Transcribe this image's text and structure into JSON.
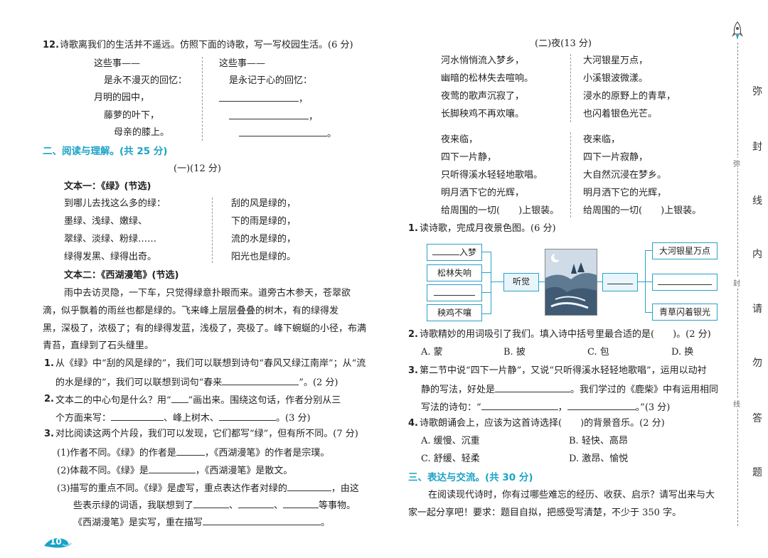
{
  "left": {
    "q12": {
      "num": "12.",
      "text": "诗歌离我们的生活并不遥远。仿照下面的诗歌，写一写校园生活。(6 分)",
      "poem_left": [
        "这些事——",
        "是永不漫灭的回忆：",
        "月明的园中，",
        "藤萝的叶下，",
        "母亲的膝上。"
      ],
      "poem_right": [
        "这些事——",
        "是永记于心的回忆：",
        "，",
        "，",
        "。"
      ]
    },
    "section2": "二、阅读与理解。(共 25 分)",
    "part1": "(一)(12 分)",
    "text1_title": "文本一：《绿》(节选)",
    "text1_left": [
      "到哪儿去找这么多的绿：",
      "墨绿、浅绿、嫩绿、",
      "翠绿、淡绿、粉绿……",
      "绿得发黑、绿得出奇。"
    ],
    "text1_right": [
      "刮的风是绿的，",
      "下的雨是绿的，",
      "流的水是绿的，",
      "阳光也是绿的。"
    ],
    "text2_title": "文本二：《西湖漫笔》(节选)",
    "text2_lines": [
      "雨中去访灵隐，一下车，只觉得绿意扑眼而来。道旁古木参天，苍翠欲",
      "滴，似乎飘着的雨丝也都是绿的。飞来峰上层层叠叠的树木，有的绿得发",
      "黑，深极了，浓极了；有的绿得发蓝，浅极了，亮极了。峰下蜿蜒的小径，布满",
      "青苔，直绿到了石头缝里。"
    ],
    "q1_num": "1.",
    "q1_line1": "从《绿》中“刮的风是绿的”，我们可以联想到诗句“春风又绿江南岸”；从“流",
    "q1_line2a": "的水是绿的”，我们可以联想到词句“春来",
    "q1_line2b": "”。(2 分)",
    "q2_num": "2.",
    "q2_line1a": "文本二的中心句是什么？用“",
    "q2_line1b": "”画出来。围绕这句话，作者分别从三",
    "q2_line2a": "个方面来写：",
    "q2_line2b": "、峰上树木、",
    "q2_line2c": "。(3 分)",
    "q3_num": "3.",
    "q3_line1": "对比阅读这两个片段，我们可以发现，它们都写“绿”，但有所不同。(7 分)",
    "q3_a1": "(1)作者不同。《绿》的作者是",
    "q3_a2": "，《西湖漫笔》的作者是宗璞。",
    "q3_b1": "(2)体裁不同。《绿》是",
    "q3_b2": "，《西湖漫笔》是散文。",
    "q3_c1": "(3)描写的重点不同。《绿》是虚写，重点表达作者对绿的",
    "q3_c2": "，由这",
    "q3_d1": "些表示绿的词语，我联想到了",
    "q3_d2": "、",
    "q3_d3": "、",
    "q3_d4": "等事物。",
    "q3_e1": "《西湖漫笔》是实写，重在描写",
    "q3_e2": "。",
    "page_num": "10"
  },
  "right": {
    "part2": "(二)夜(13 分)",
    "poem_left": [
      "河水悄悄流入梦乡，",
      "幽暗的松林失去喧响。",
      "夜莺的歌声沉寂了，",
      "长脚秧鸡不再欢嚷。",
      "",
      "夜来临，",
      "四下一片静，",
      "只听得溪水轻轻地歌唱。",
      "明月洒下它的光辉，",
      "给周围的一切(　　)上银装。"
    ],
    "poem_right": [
      "大河银星万点，",
      "小溪银波微漾。",
      "浸水的原野上的青草，",
      "也闪着银色光芒。",
      "",
      "夜来临，",
      "四下一片寂静，",
      "大自然沉浸在梦乡。",
      "明月洒下它的光辉，",
      "给周围的一切(　　)上银装。"
    ],
    "q1_num": "1.",
    "q1": "读诗歌，完成月夜景色图。(6 分)",
    "diagram": {
      "left_boxes": [
        "入梦",
        "松林失响",
        "",
        "秧鸡不嚷"
      ],
      "center_left": "听觉",
      "center_right": "",
      "right_boxes": [
        "大河银星万点",
        "",
        "青草闪着银光"
      ]
    },
    "q2_num": "2.",
    "q2": "诗歌精妙的用词吸引了我们。填入诗中括号里最合适的是(　　)。(2 分)",
    "q2_opts": [
      "A. 蒙",
      "B. 披",
      "C. 包",
      "D. 换"
    ],
    "q3_num": "3.",
    "q3_line1": "第二节中说“四下一片静”，又说“只听得溪水轻轻地歌唱”，运用以动衬",
    "q3_line2a": "静的写法，好处是",
    "q3_line2b": "。我们学过的《鹿柴》中有运用相同",
    "q3_line3a": "写法的诗句：“",
    "q3_line3b": "，",
    "q3_line3c": "。”(3 分)",
    "q4_num": "4.",
    "q4": "诗歌朗诵会上，应该为这首诗选择(　　)的背景音乐。(2 分)",
    "q4_opts": [
      "A. 缓慢、沉重",
      "B. 轻快、高昂",
      "C. 舒缓、轻柔",
      "D. 激昂、愉悦"
    ],
    "section3": "三、表达与交流。(共 30 分)",
    "essay1": "在阅读现代诗时，你有过哪些难忘的经历、收获、启示？请写出来与大",
    "essay2": "家一起分享吧！要求：题目自拟，把感受写清楚，不少于 350 字。"
  },
  "margin": {
    "chars": [
      "弥",
      "封",
      "线",
      "内",
      "请",
      "勿",
      "答",
      "题"
    ],
    "small": [
      "弥",
      "封",
      "线"
    ]
  }
}
